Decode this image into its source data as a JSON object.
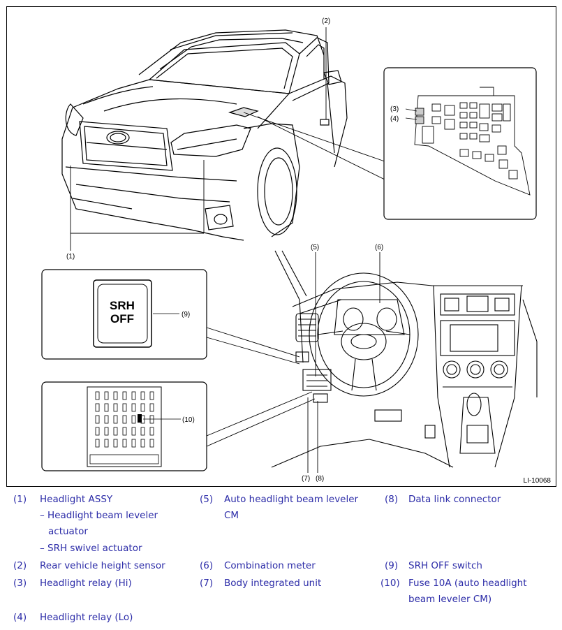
{
  "figure": {
    "code": "LI-10068",
    "switch_text_line1": "SRH",
    "switch_text_line2": "OFF",
    "callouts": {
      "c1": "(1)",
      "c2": "(2)",
      "c3": "(3)",
      "c4": "(4)",
      "c5": "(5)",
      "c6": "(6)",
      "c7": "(7)",
      "c8": "(8)",
      "c9": "(9)",
      "c10": "(10)"
    }
  },
  "legend": {
    "items": [
      {
        "num": "(1)",
        "label": "Headlight ASSY"
      },
      {
        "num": "(2)",
        "label": "Rear vehicle height sensor"
      },
      {
        "num": "(3)",
        "label": "Headlight relay (Hi)"
      },
      {
        "num": "(4)",
        "label": "Headlight relay (Lo)"
      },
      {
        "num": "(5)",
        "label": "Auto headlight beam leveler",
        "label2": "CM"
      },
      {
        "num": "(6)",
        "label": "Combination meter"
      },
      {
        "num": "(7)",
        "label": "Body integrated unit"
      },
      {
        "num": "(8)",
        "label": "Data link connector"
      },
      {
        "num": "(9)",
        "label": "SRH OFF switch"
      },
      {
        "num": "(10)",
        "label": "Fuse 10A (auto headlight",
        "label2": "beam leveler CM)"
      }
    ],
    "subitems": [
      {
        "text": "– Headlight beam leveler",
        "text2": "actuator"
      },
      {
        "text": "– SRH swivel actuator"
      }
    ]
  }
}
